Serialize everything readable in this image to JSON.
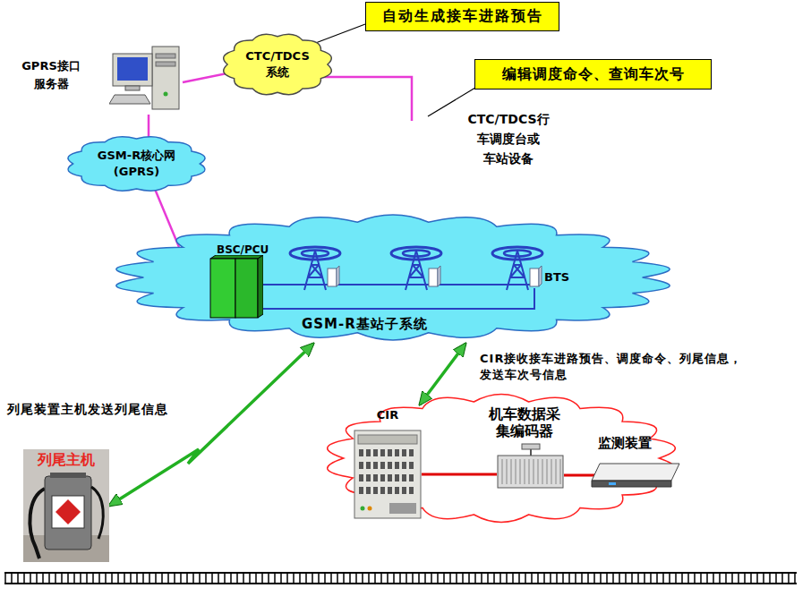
{
  "diagram": {
    "nodes": [
      {
        "text": [
          "自动生成接车进路预告"
        ]
      },
      {
        "text": [
          "GPRS接口 服务器"
        ]
      },
      {
        "text": [
          "CTC/TDCS 系统"
        ]
      },
      {
        "text": [
          "编辑调度命令、查询车次号"
        ]
      },
      {
        "text": [
          "GSM-R核心网 (GPRS)"
        ]
      },
      {
        "text": [
          "GSM-R基站子系统"
        ]
      },
      {
        "text": [
          "BSC/PCU"
        ],
        "in": 5
      },
      {
        "text": [
          "CIR"
        ]
      },
      {
        "text": [
          "机车数据采 集编码器"
        ]
      },
      {
        "text": [
          "监测装置"
        ]
      },
      {
        "text": [
          "列尾主机"
        ]
      }
    ],
    "edges": [
      {
        "from": 1,
        "to": 2,
        "arrow": "none"
      },
      {
        "from": 0,
        "to": 2,
        "arrow": "none"
      },
      {
        "from": 1,
        "to": 4,
        "arrow": "none"
      },
      {
        "from": 4,
        "to": 5,
        "arrow": "none"
      },
      {
        "from": 7,
        "to": 5,
        "arrow": "both"
      },
      {
        "from": 10,
        "to": 5,
        "arrow": "both"
      },
      {
        "from": 7,
        "to": 8,
        "arrow": "none"
      },
      {
        "from": 8,
        "to": 9,
        "arrow": "none"
      }
    ],
    "labels": [
      "CTC/TDCS行 车调度台或 车站设备",
      "BTS",
      "CIR接收接车进路预告、调度命令、列尾信息， 发送车次号信息",
      "列尾装置主机发送列尾信息"
    ]
  }
}
